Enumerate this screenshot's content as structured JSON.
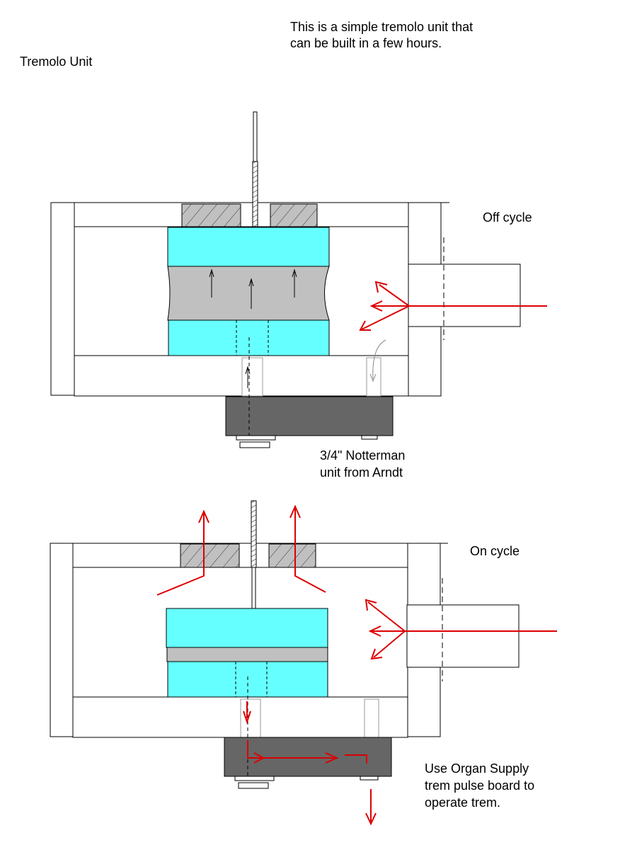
{
  "title": "Tremolo Unit",
  "intro": {
    "line1": "This is a simple tremolo unit that",
    "line2": "can be built in a few hours."
  },
  "labels": {
    "off_cycle": "Off cycle",
    "on_cycle": "On cycle",
    "magnet_line1": "3/4\" Notterman",
    "magnet_line2": "unit from Arndt",
    "pulse_line1": "Use Organ Supply",
    "pulse_line2": "trem pulse board to",
    "pulse_line3": "operate trem."
  },
  "colors": {
    "bellows": "#66ffff",
    "leather": "#c0c0c0",
    "weight": "#c0c0c0",
    "magnet": "#666666",
    "airflow": "#dd0000",
    "outline": "#000000"
  }
}
